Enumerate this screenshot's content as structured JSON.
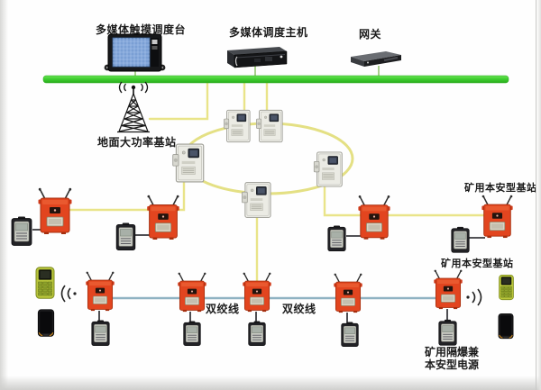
{
  "labels": {
    "touch_console": "多媒体触摸调度台",
    "dispatch_host": "多媒体调度主机",
    "gateway": "网关",
    "ground_station": "地面大功率基站",
    "safe_base_station_upper": "矿用本安型基站",
    "safe_base_station_lower": "矿用本安型基站",
    "twisted_pair_left": "双绞线",
    "twisted_pair_right": "双绞线",
    "power_supply_line1": "矿用隔爆兼",
    "power_supply_line2": "本安型电源"
  },
  "colors": {
    "bus_green": "#3ccc2e",
    "line_yellow": "#e9e489",
    "line_blue": "#8fb2c2",
    "line_dark": "#3a3a3e",
    "station_red": "#e2451f",
    "station_white": "#f3f3ee",
    "device_black": "#222226",
    "phone_green": "#b9c63b",
    "text": "#1b1b1b"
  },
  "icons": {
    "touch_console": "touchscreen-console-icon",
    "dispatch_host": "rack-server-icon",
    "gateway": "network-gateway-icon",
    "antenna_tower": "radio-tower-icon",
    "ring_node": "white-ring-station-icon",
    "red_station": "mine-safe-base-station-icon",
    "black_box": "flameproof-box-icon",
    "green_phone": "mine-handset-icon",
    "black_phone": "mine-smartphone-icon",
    "wireless_waves": "radio-waves-icon"
  }
}
